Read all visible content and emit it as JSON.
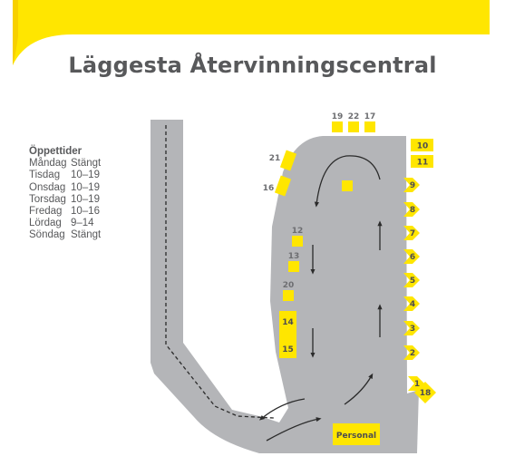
{
  "title": "Läggesta Återvinningscentral",
  "hours": {
    "heading": "Öppettider",
    "rows": [
      {
        "day": "Måndag",
        "time": "Stängt"
      },
      {
        "day": "Tisdag",
        "time": "10–19"
      },
      {
        "day": "Onsdag",
        "time": "10–19"
      },
      {
        "day": "Torsdag",
        "time": "10–19"
      },
      {
        "day": "Fredag",
        "time": "10–16"
      },
      {
        "day": "Lördag",
        "time": "9–14"
      },
      {
        "day": "Söndag",
        "time": "Stängt"
      }
    ]
  },
  "stations": {
    "s1": "1",
    "s2": "2",
    "s3": "3",
    "s4": "4",
    "s5": "5",
    "s6": "6",
    "s7": "7",
    "s8": "8",
    "s9": "9",
    "s10": "10",
    "s11": "11",
    "s12": "12",
    "s13": "13",
    "s14": "14",
    "s15": "15",
    "s16": "16",
    "s17": "17",
    "s18": "18",
    "s19": "19",
    "s20": "20",
    "s21": "21",
    "s22": "22"
  },
  "personal_label": "Personal",
  "colors": {
    "accent_yellow": "#ffe600",
    "area_gray": "#b4b5b8",
    "text_gray": "#58595b"
  }
}
